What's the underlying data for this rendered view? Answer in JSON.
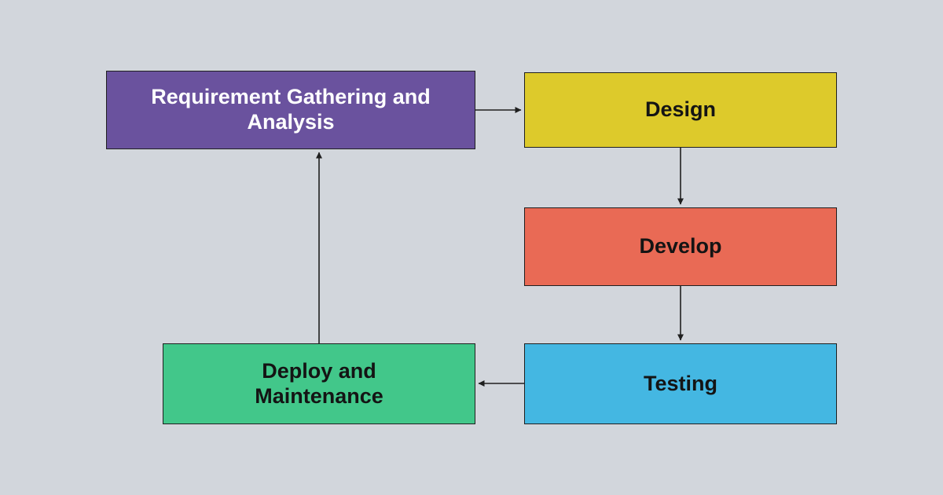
{
  "diagram": {
    "background": "#d2d6dc",
    "nodes": [
      {
        "id": "requirements",
        "label": "Requirement Gathering and Analysis",
        "color": "#6a529e",
        "text_color": "#ffffff"
      },
      {
        "id": "design",
        "label": "Design",
        "color": "#ddca2b",
        "text_color": "#141414"
      },
      {
        "id": "develop",
        "label": "Develop",
        "color": "#e96a55",
        "text_color": "#141414"
      },
      {
        "id": "testing",
        "label": "Testing",
        "color": "#44b7e2",
        "text_color": "#141414"
      },
      {
        "id": "deploy",
        "label": "Deploy and Maintenance",
        "color": "#42c78a",
        "text_color": "#141414"
      }
    ],
    "edges": [
      {
        "from": "requirements",
        "to": "design"
      },
      {
        "from": "design",
        "to": "develop"
      },
      {
        "from": "develop",
        "to": "testing"
      },
      {
        "from": "testing",
        "to": "deploy"
      },
      {
        "from": "deploy",
        "to": "requirements"
      }
    ]
  }
}
